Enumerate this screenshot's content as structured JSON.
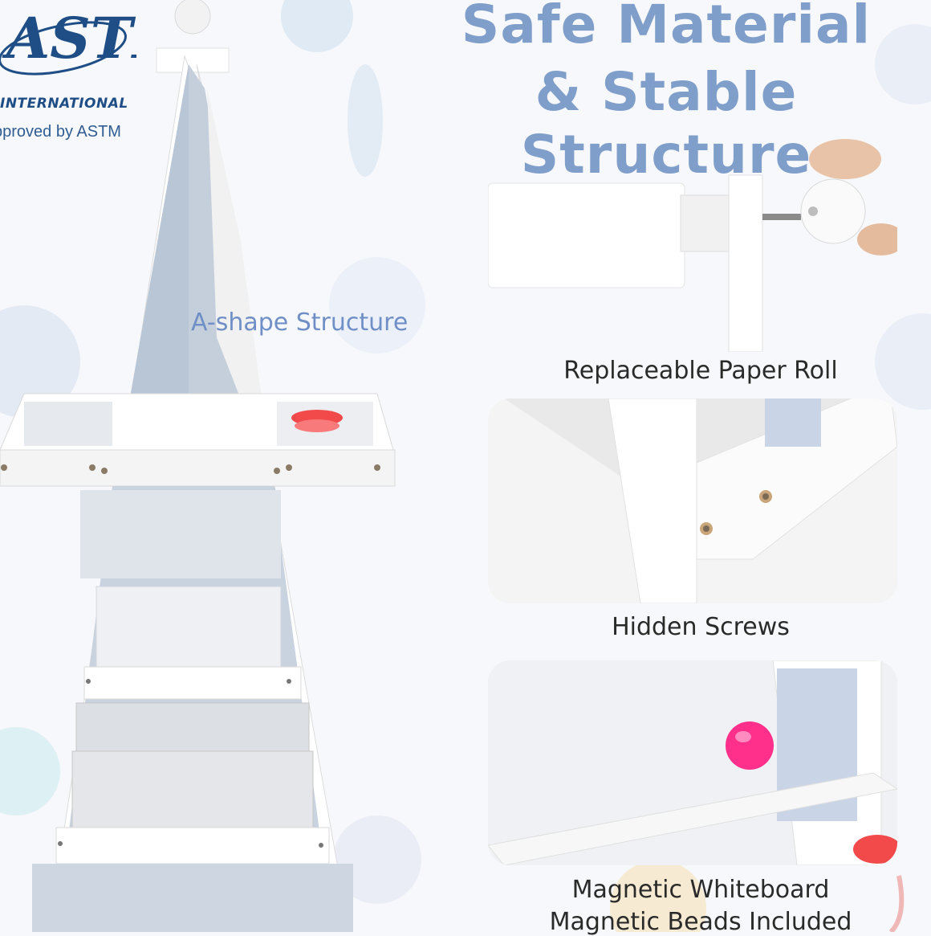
{
  "headline": {
    "line1": "Safe Material",
    "line2": "& Stable Structure"
  },
  "badge": {
    "logo_text": "ASTM",
    "international": "INTERNATIONAL",
    "approved": "pproved by ASTM"
  },
  "product": {
    "structure_label": "A-shape Structure"
  },
  "features": [
    {
      "label": "Replaceable Paper Roll"
    },
    {
      "label": "Hidden Screws"
    },
    {
      "label": "Magnetic Whiteboard"
    },
    {
      "label": "Magnetic Beads Included"
    }
  ],
  "colors": {
    "headline": "#7f9ec9",
    "accent_pink": "#ff2f8c",
    "accent_red": "#f2494a"
  }
}
